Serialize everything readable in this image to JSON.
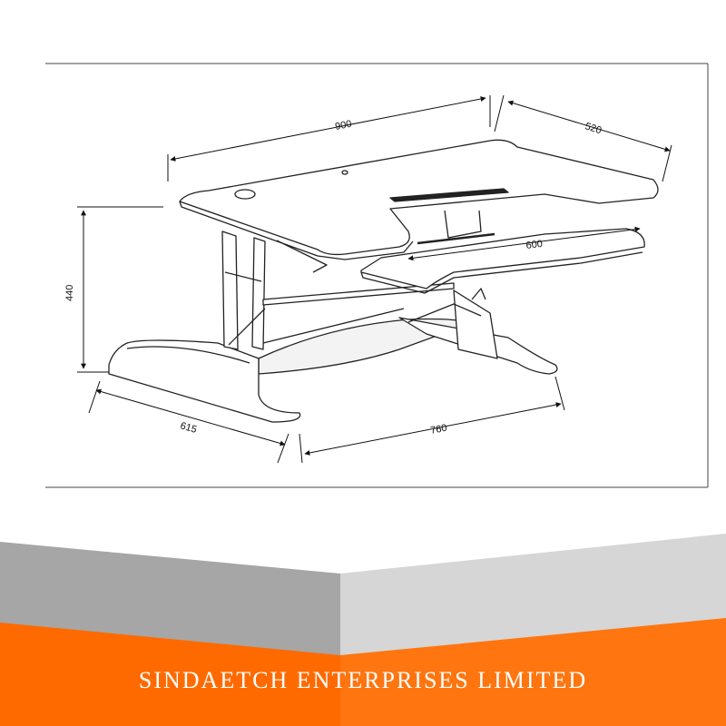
{
  "dimensions": {
    "top_width": "900",
    "top_depth": "520",
    "keyboard_width": "600",
    "height": "440",
    "base_depth": "615",
    "base_width": "760"
  },
  "footer": {
    "company": "SINDAETCH ENTERPRISES LIMITED"
  },
  "colors": {
    "banner_gray_dark": "#a6a6a6",
    "banner_gray_light": "#d6d6d6",
    "banner_orange": "#ff6a00"
  }
}
